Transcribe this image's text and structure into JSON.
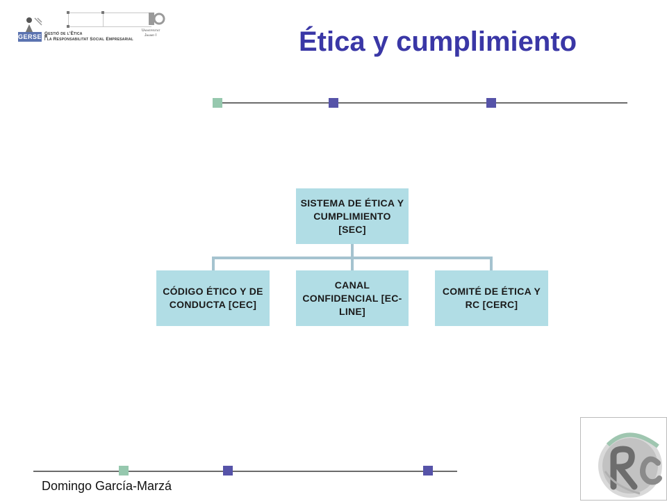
{
  "header": {
    "gerse_badge": "GERSE",
    "gerse_line1": "Gestió de l'Ètica",
    "gerse_line2": "i la Responsabilitat Social Empresarial",
    "uji_line1": "Universitat",
    "uji_line2": "Jaume·I",
    "title": "Ética y cumplimiento"
  },
  "diagram": {
    "root": "SISTEMA DE ÉTICA Y CUMPLIMIENTO [SEC]",
    "children": [
      "CÓDIGO ÉTICO Y DE CONDUCTA [CEC]",
      "CANAL CONFIDENCIAL [EC-LINE]",
      "COMITÉ DE ÉTICA Y RC [CERC]"
    ]
  },
  "footer": {
    "author": "Domingo García-Marzá"
  },
  "colors": {
    "title": "#3a37a6",
    "node_fill": "#b1dde5",
    "connector": "#a5c3cf",
    "square_green": "#96c8ae",
    "square_blue": "#5653a8"
  },
  "icons": [
    "gerse-logo-icon",
    "uji-logo-icon",
    "rc-logo-icon"
  ]
}
